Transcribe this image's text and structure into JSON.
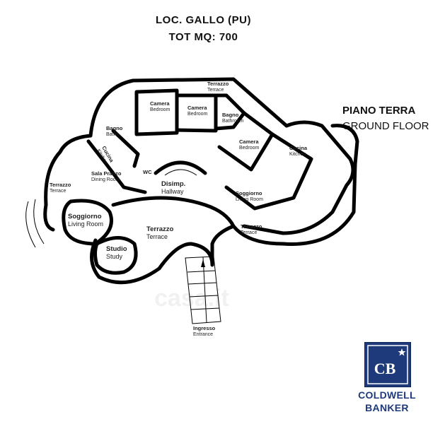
{
  "header": {
    "location": "LOC. GALLO (PU)",
    "total": "TOT MQ: 700"
  },
  "floor": {
    "italian": "PIANO TERRA",
    "english": "GROUND FLOOR"
  },
  "rooms": [
    {
      "name": "Camera",
      "en": "Bedroom"
    },
    {
      "name": "Camera",
      "en": "Bedroom"
    },
    {
      "name": "Bagno",
      "en": "Bathroom"
    },
    {
      "name": "Camera",
      "en": "Bedroom"
    },
    {
      "name": "Bagno",
      "en": "Bathr."
    },
    {
      "name": "Cucina",
      "en": "Kitchen"
    },
    {
      "name": "Terrazzo",
      "en": "Terrace"
    },
    {
      "name": "Cucina",
      "en": "Kitchen"
    },
    {
      "name": "Sala Pranzo",
      "en": "Dining Room"
    },
    {
      "name": "WC",
      "en": ""
    },
    {
      "name": "Disimp.",
      "en": "Hallway"
    },
    {
      "name": "Terrazzo",
      "en": "Terrace"
    },
    {
      "name": "Soggiorno",
      "en": "Living Room"
    },
    {
      "name": "Soggiorno",
      "en": "Living Room"
    },
    {
      "name": "Terrazzo",
      "en": "Terrace"
    },
    {
      "name": "Terrazzo",
      "en": "Terrace"
    },
    {
      "name": "Studio",
      "en": "Study"
    },
    {
      "name": "Ingresso",
      "en": "Entrance"
    }
  ],
  "watermark": "casa.it",
  "brand": {
    "line1": "COLDWELL",
    "line2": "BANKER",
    "color": "#1f3a7a"
  }
}
